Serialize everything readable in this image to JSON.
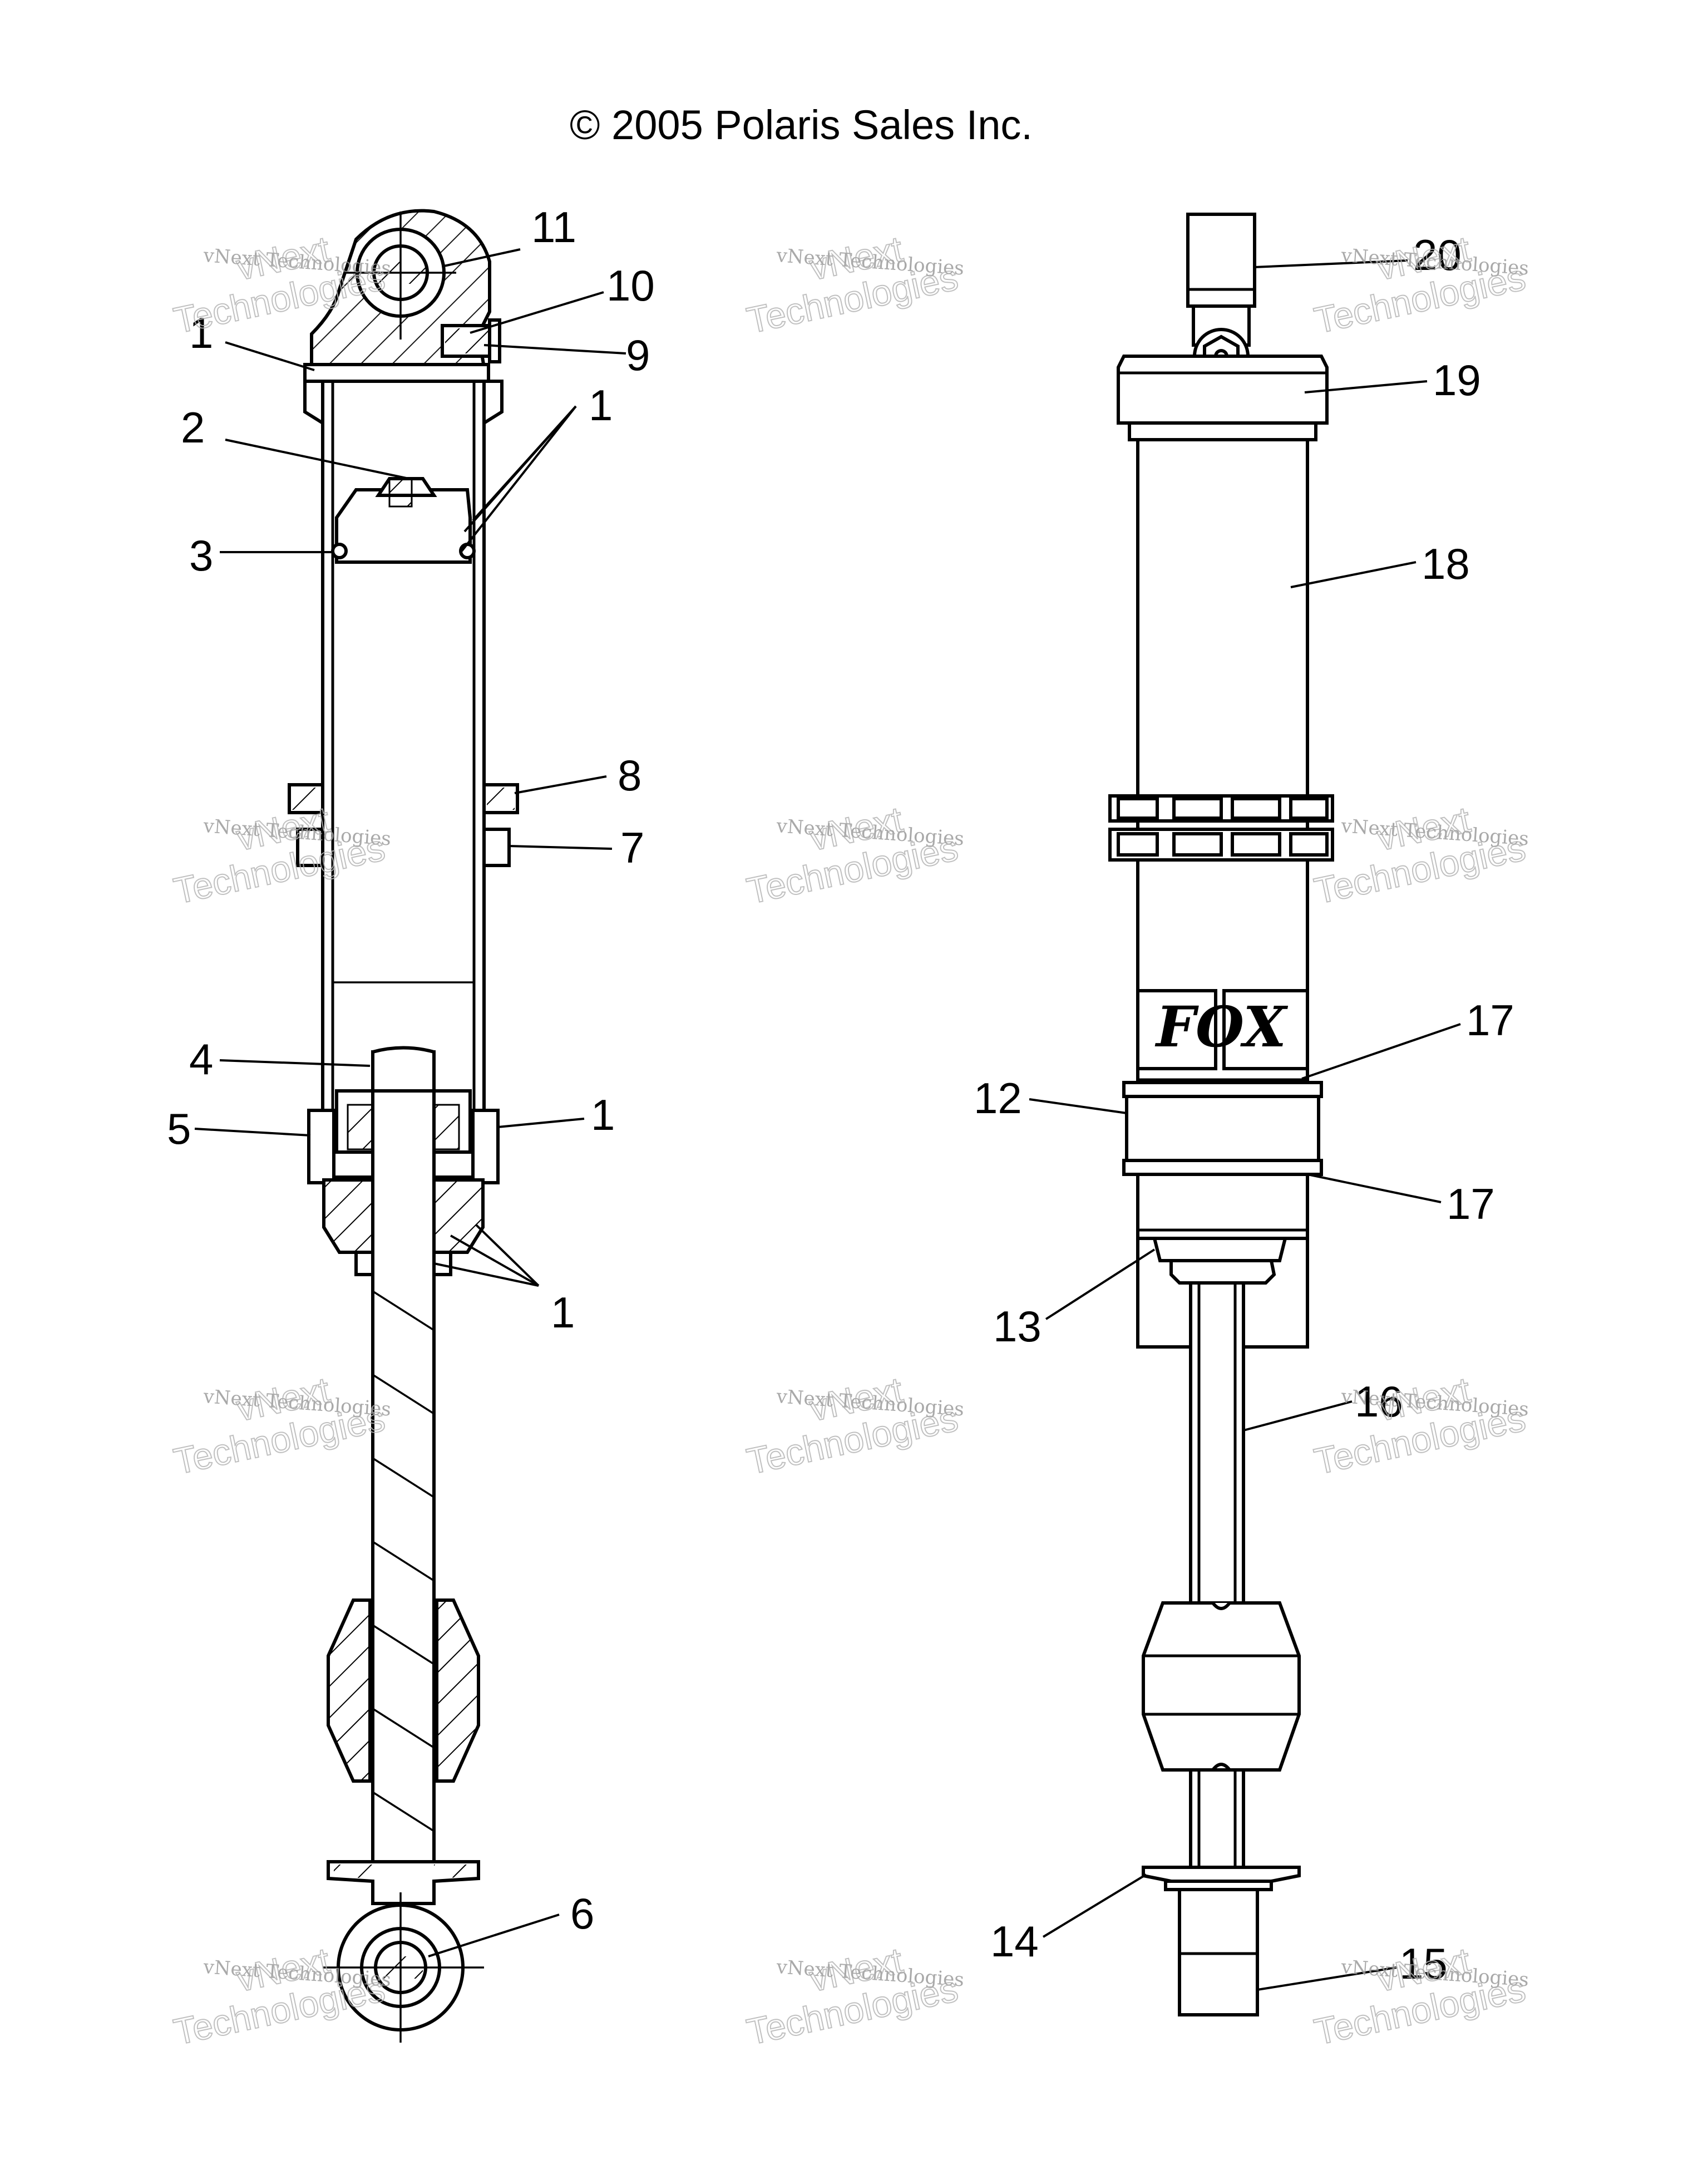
{
  "copyright": "© 2005 Polaris Sales Inc.",
  "watermark": {
    "line1": "vNext Technologies",
    "line2a": "vNext",
    "line2b": "Technologies"
  },
  "callouts": {
    "c1a": "1",
    "c1b": "1",
    "c1c": "1",
    "c1d": "1",
    "c2": "2",
    "c3": "3",
    "c4": "4",
    "c5": "5",
    "c6": "6",
    "c7": "7",
    "c8": "8",
    "c9": "9",
    "c10": "10",
    "c11": "11",
    "c12": "12",
    "c13": "13",
    "c14": "14",
    "c15": "15",
    "c16": "16",
    "c17a": "17",
    "c17b": "17",
    "c18": "18",
    "c19": "19",
    "c20": "20"
  },
  "logo_text": "FOX"
}
